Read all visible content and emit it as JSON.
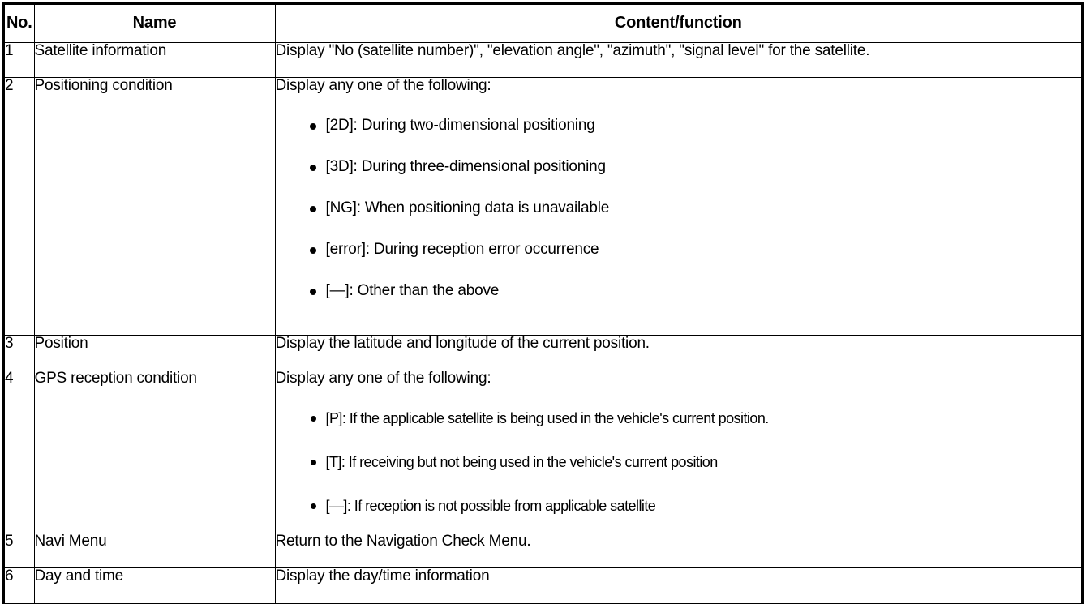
{
  "table": {
    "columns": [
      "No.",
      "Name",
      "Content/function"
    ],
    "rows": [
      {
        "no": "1",
        "name": "Satellite information",
        "lead": "Display \"No (satellite number)\", \"elevation angle\", \"azimuth\", \"signal level\" for the satellite.",
        "bullets": []
      },
      {
        "no": "2",
        "name": "Positioning condition",
        "lead": "Display any one of the following:",
        "bullets": [
          "[2D]: During two-dimensional positioning",
          "[3D]: During three-dimensional positioning",
          "[NG]: When positioning data is unavailable",
          "[error]: During reception error occurrence",
          "[—]: Other than the above"
        ]
      },
      {
        "no": "3",
        "name": "Position",
        "lead": "Display the latitude and longitude of the current position.",
        "bullets": []
      },
      {
        "no": "4",
        "name": "GPS reception condition",
        "lead": "Display any one of the following:",
        "bullets": [
          "[P]: If the applicable satellite is being used in the vehicle's current position.",
          "[T]: If receiving but not being used in the vehicle's current position",
          "[—]: If reception is not possible from applicable satellite"
        ]
      },
      {
        "no": "5",
        "name": "Navi Menu",
        "lead": "Return to the Navigation Check Menu.",
        "bullets": []
      },
      {
        "no": "6",
        "name": "Day and time",
        "lead": "Display the day/time information",
        "bullets": []
      }
    ]
  }
}
